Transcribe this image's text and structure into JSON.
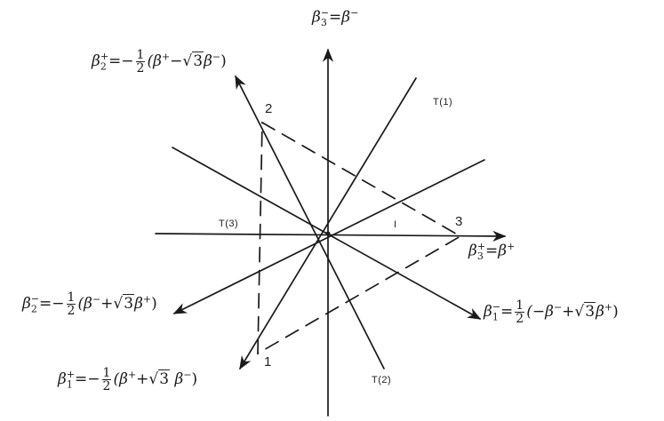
{
  "diagram": {
    "axes": {
      "vertical": {
        "label_lhs": "β",
        "label_sub": "3",
        "label_sup": "−",
        "label_rhs": "=β",
        "label_rhs_sup": "−"
      },
      "horizontal": {
        "label_lhs": "β",
        "label_sub": "3",
        "label_sup": "+",
        "label_rhs": "=β",
        "label_rhs_sup": "+"
      }
    },
    "formulas": {
      "beta2_plus": {
        "lhs": "β",
        "sub": "2",
        "sup": "+",
        "eq": "=−",
        "frac_num": "1",
        "frac_den": "2",
        "body_open": "(β",
        "body_sup1": "+",
        "body_mid": "−",
        "sqrt": "3",
        "body_beta": "β",
        "body_sup2": "−",
        "body_close": ")"
      },
      "beta2_minus": {
        "lhs": "β",
        "sub": "2",
        "sup": "−",
        "eq": "=−",
        "frac_num": "1",
        "frac_den": "2",
        "body_open": "(β",
        "body_sup1": "−",
        "body_mid": "+",
        "sqrt": "3",
        "body_beta": "β",
        "body_sup2": "+",
        "body_close": ")"
      },
      "beta1_plus": {
        "lhs": "β",
        "sub": "1",
        "sup": "+",
        "eq": "=−",
        "frac_num": "1",
        "frac_den": "2",
        "body_open": "(β",
        "body_sup1": "+",
        "body_mid": "+",
        "sqrt": "3",
        "body_beta": "β",
        "body_sup2": "−",
        "body_close": ")"
      },
      "beta1_minus": {
        "lhs": "β",
        "sub": "1",
        "sup": "−",
        "eq": "=",
        "frac_num": "1",
        "frac_den": "2",
        "body_open": "(−β",
        "body_sup1": "−",
        "body_mid": "+",
        "sqrt": "3",
        "body_beta": "β",
        "body_sup2": "+",
        "body_close": ")"
      }
    },
    "vertices": [
      {
        "label": "1"
      },
      {
        "label": "2"
      },
      {
        "label": "3"
      }
    ],
    "region_labels": {
      "t1": "T(1)",
      "t2": "T(2)",
      "t3": "T(3)",
      "identity": "I"
    },
    "colors": {
      "line": "#1a1a1a",
      "background": "#ffffff"
    }
  }
}
